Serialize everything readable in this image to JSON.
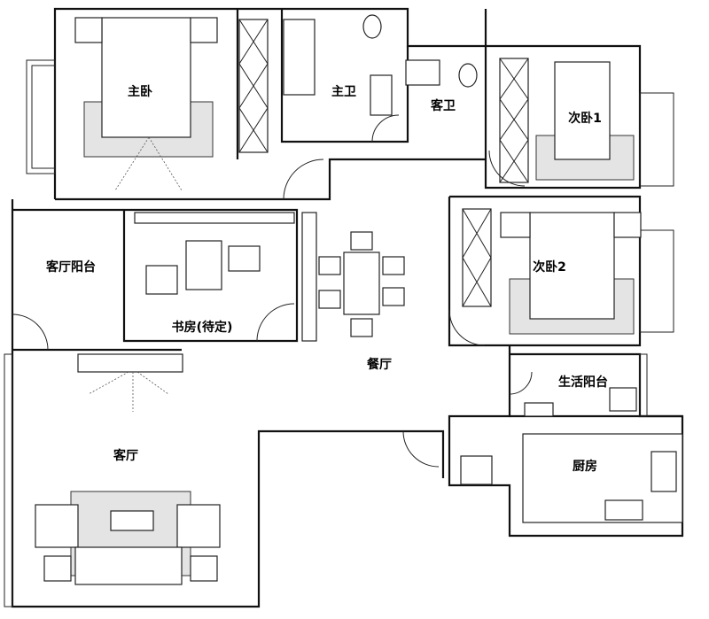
{
  "floor_plan": {
    "rooms": {
      "master_bedroom": "主卧",
      "master_bath": "主卫",
      "guest_bath": "客卫",
      "bedroom_1": "次卧1",
      "bedroom_2": "次卧2",
      "living_balcony": "客厅阳台",
      "study": "书房(待定)",
      "dining": "餐厅",
      "utility_balcony": "生活阳台",
      "living_room": "客厅",
      "kitchen": "厨房"
    }
  }
}
